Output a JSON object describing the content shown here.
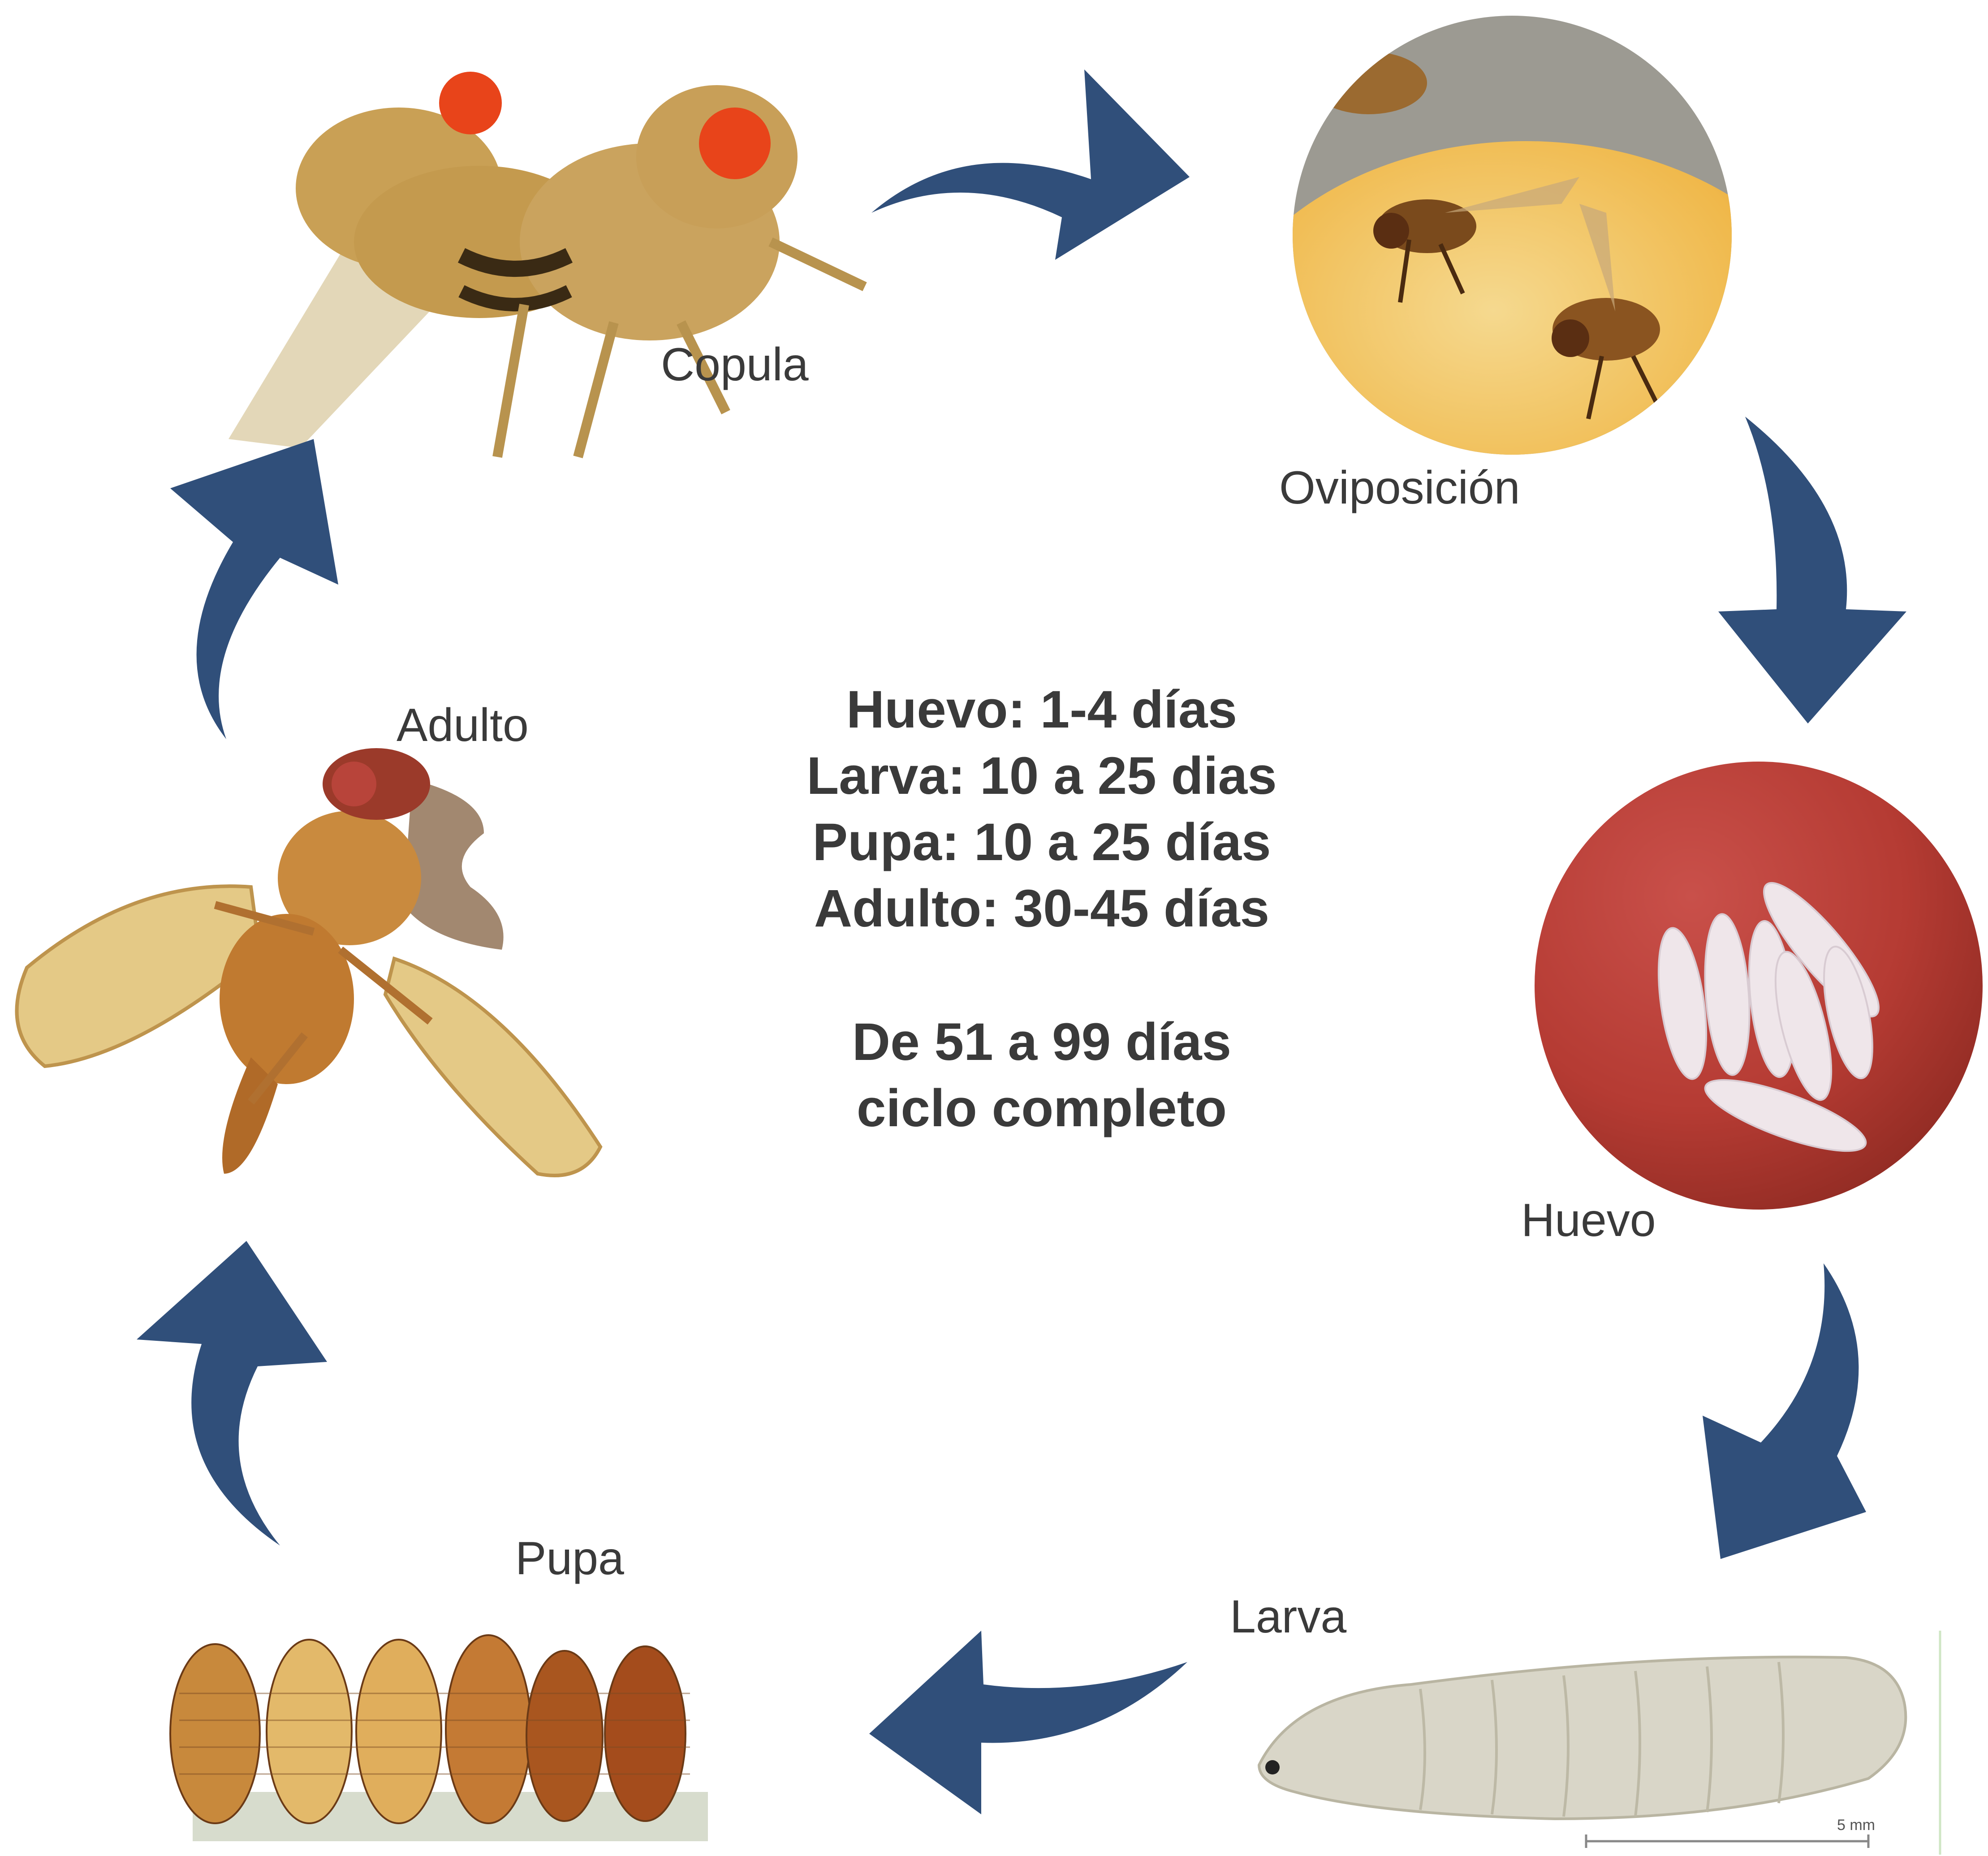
{
  "colors": {
    "arrow": "#304f7a",
    "text": "#3a3a3a"
  },
  "stages": {
    "copula": "Copula",
    "oviposicion": "Oviposición",
    "huevo": "Huevo",
    "larva": "Larva",
    "pupa": "Pupa",
    "adulto": "Adulto"
  },
  "durations": {
    "huevo": "Huevo: 1-4 días",
    "larva": "Larva: 10 a 25 dias",
    "pupa": "Pupa: 10 a 25 días",
    "adulto": "Adulto: 30-45 días"
  },
  "total": {
    "line1": "De 51 a 99 días",
    "line2": "ciclo completo"
  },
  "scale_bar": "5 mm"
}
